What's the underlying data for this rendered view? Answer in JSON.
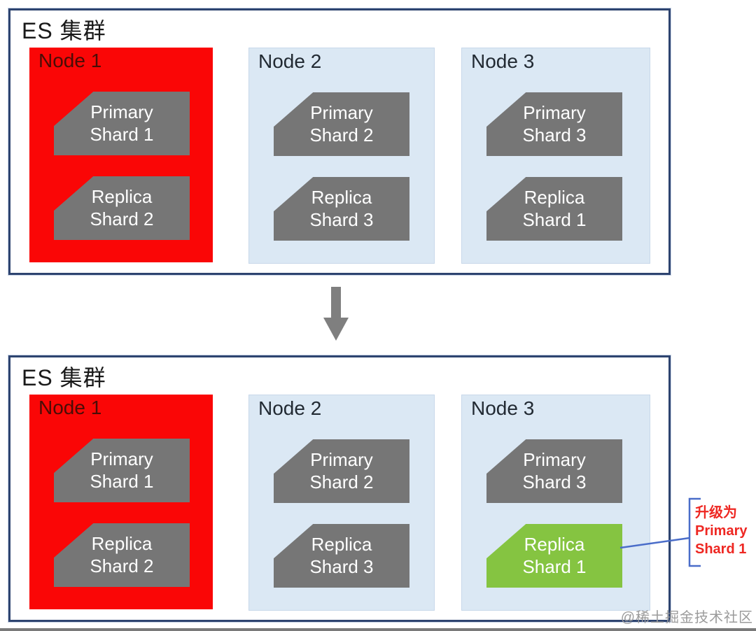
{
  "diagram": {
    "clusters": [
      {
        "title": "ES 集群",
        "nodes": [
          {
            "label": "Node 1",
            "status": "failed",
            "shards": [
              {
                "line1": "Primary",
                "line2": "Shard 1",
                "type": "primary"
              },
              {
                "line1": "Replica",
                "line2": "Shard 2",
                "type": "replica"
              }
            ]
          },
          {
            "label": "Node 2",
            "status": "normal",
            "shards": [
              {
                "line1": "Primary",
                "line2": "Shard 2",
                "type": "primary"
              },
              {
                "line1": "Replica",
                "line2": "Shard 3",
                "type": "replica"
              }
            ]
          },
          {
            "label": "Node 3",
            "status": "normal",
            "shards": [
              {
                "line1": "Primary",
                "line2": "Shard 3",
                "type": "primary"
              },
              {
                "line1": "Replica",
                "line2": "Shard 1",
                "type": "replica"
              }
            ]
          }
        ]
      },
      {
        "title": "ES 集群",
        "nodes": [
          {
            "label": "Node 1",
            "status": "failed",
            "shards": [
              {
                "line1": "Primary",
                "line2": "Shard 1",
                "type": "primary"
              },
              {
                "line1": "Replica",
                "line2": "Shard 2",
                "type": "replica"
              }
            ]
          },
          {
            "label": "Node 2",
            "status": "normal",
            "shards": [
              {
                "line1": "Primary",
                "line2": "Shard 2",
                "type": "primary"
              },
              {
                "line1": "Replica",
                "line2": "Shard 3",
                "type": "replica"
              }
            ]
          },
          {
            "label": "Node 3",
            "status": "normal",
            "shards": [
              {
                "line1": "Primary",
                "line2": "Shard 3",
                "type": "primary"
              },
              {
                "line1": "Replica",
                "line2": "Shard 1",
                "type": "replica",
                "promoted": true
              }
            ]
          }
        ]
      }
    ],
    "annotation": {
      "lines": [
        "升级为",
        "Primary",
        "Shard 1"
      ]
    },
    "watermark": "@稀土掘金技术社区"
  },
  "colors": {
    "cluster_border": "#2e4470",
    "node_failed_bg": "#fa0606",
    "node_normal_bg": "#dbe8f4",
    "shard_bg": "#767676",
    "shard_promoted_bg": "#85c441",
    "shard_text": "#ffffff",
    "node_failed_label": "#4a0d06",
    "annotation_text": "#ee2722",
    "annotation_line": "#4a6dc9",
    "arrow": "#7f7f7f"
  }
}
